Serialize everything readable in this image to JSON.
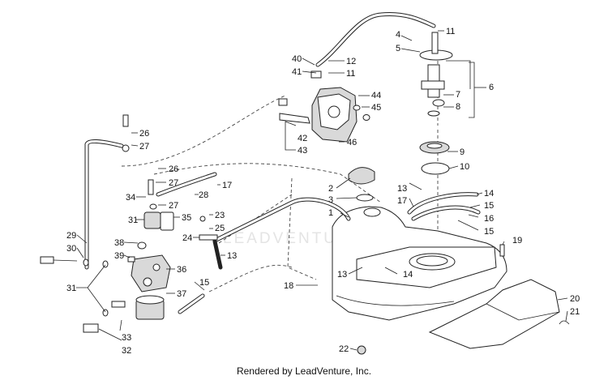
{
  "callouts": [
    "1",
    "2",
    "3",
    "4",
    "5",
    "6",
    "7",
    "8",
    "9",
    "10",
    "11",
    "11",
    "12",
    "13",
    "13",
    "13",
    "14",
    "14",
    "15",
    "15",
    "15",
    "16",
    "17",
    "17",
    "18",
    "19",
    "20",
    "21",
    "22",
    "23",
    "24",
    "25",
    "26",
    "26",
    "27",
    "27",
    "27",
    "28",
    "29",
    "30",
    "31",
    "31",
    "32",
    "33",
    "34",
    "35",
    "36",
    "37",
    "38",
    "39",
    "40",
    "41",
    "42",
    "43",
    "44",
    "45",
    "46"
  ],
  "watermark": "LEADVENTURE",
  "footer": "Rendered by LeadVenture, Inc."
}
